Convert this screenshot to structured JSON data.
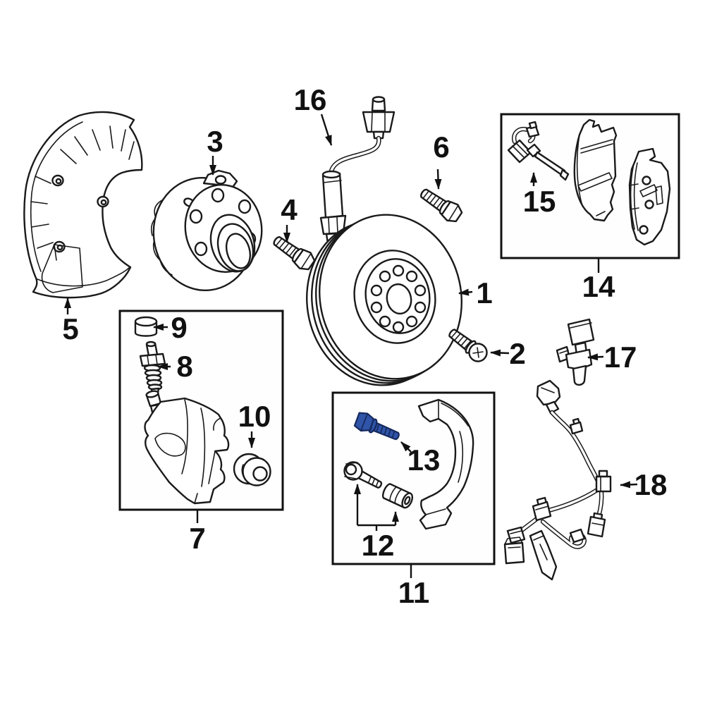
{
  "diagram": {
    "background": "#ffffff",
    "line_color": "#1a1a1a",
    "highlight_color": "#2f54a8",
    "highlight_outline": "#16295e",
    "callouts": [
      {
        "label": "1"
      },
      {
        "label": "2"
      },
      {
        "label": "3"
      },
      {
        "label": "4"
      },
      {
        "label": "5"
      },
      {
        "label": "6"
      },
      {
        "label": "7"
      },
      {
        "label": "8"
      },
      {
        "label": "9"
      },
      {
        "label": "10"
      },
      {
        "label": "11"
      },
      {
        "label": "12"
      },
      {
        "label": "13"
      },
      {
        "label": "14"
      },
      {
        "label": "15"
      },
      {
        "label": "16"
      },
      {
        "label": "17"
      },
      {
        "label": "18"
      }
    ]
  }
}
